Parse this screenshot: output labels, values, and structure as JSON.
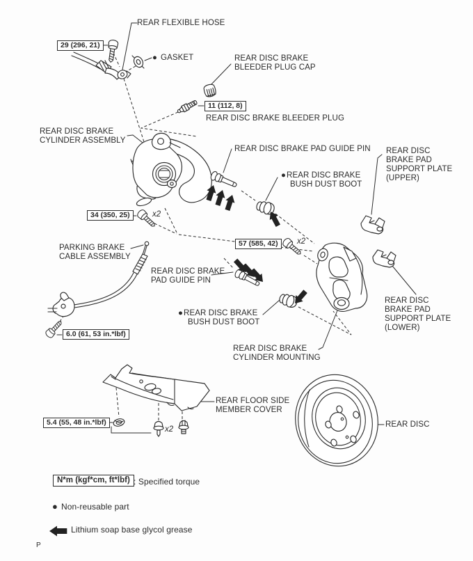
{
  "labels": {
    "flexible_hose": "REAR FLEXIBLE HOSE",
    "gasket_bullet": "●",
    "gasket": "GASKET",
    "bleeder_cap_1": "REAR DISC BRAKE",
    "bleeder_cap_2": "BLEEDER PLUG CAP",
    "bleeder_plug": "REAR DISC BRAKE BLEEDER PLUG",
    "cylinder_assembly_1": "REAR DISC BRAKE",
    "cylinder_assembly_2": "CYLINDER ASSEMBLY",
    "pad_guide_pin_upper": "REAR DISC BRAKE PAD GUIDE PIN",
    "bush_boot_upper_bullet": "●",
    "bush_boot_upper_1": "REAR DISC BRAKE",
    "bush_boot_upper_2": "BUSH DUST BOOT",
    "support_plate_upper_1": "REAR DISC",
    "support_plate_upper_2": "BRAKE PAD",
    "support_plate_upper_3": "SUPPORT PLATE",
    "support_plate_upper_4": "(UPPER)",
    "parking_cable_1": "PARKING BRAKE",
    "parking_cable_2": "CABLE ASSEMBLY",
    "pad_guide_pin_lower_1": "REAR DISC BRAKE",
    "pad_guide_pin_lower_2": "PAD GUIDE PIN",
    "bush_boot_lower_bullet": "●",
    "bush_boot_lower_1": "REAR DISC BRAKE",
    "bush_boot_lower_2": "BUSH DUST BOOT",
    "support_plate_lower_1": "REAR DISC",
    "support_plate_lower_2": "BRAKE PAD",
    "support_plate_lower_3": "SUPPORT PLATE",
    "support_plate_lower_4": "(LOWER)",
    "cylinder_mounting_1": "REAR DISC BRAKE",
    "cylinder_mounting_2": "CYLINDER MOUNTING",
    "floor_cover_1": "REAR FLOOR SIDE",
    "floor_cover_2": "MEMBER COVER",
    "rear_disc": "REAR DISC"
  },
  "torques": {
    "banjo_bolt": "29 (296, 21)",
    "bleeder_plug": "11 (112, 8)",
    "cylinder_bolts": "34 (350, 25)",
    "cylinder_bolts_qty": "x2",
    "mounting_bolts": "57 (585, 42)",
    "mounting_bolts_qty": "x2",
    "cable_bolt": "6.0 (61, 53 in.*lbf)",
    "cover_screws": "5.4 (55, 48 in.*lbf)",
    "cover_screws_qty": "x2"
  },
  "legend": {
    "torque_box": "N*m (kgf*cm, ft*lbf)",
    "torque_label": ": Specified torque",
    "non_reusable_bullet": "●",
    "non_reusable": "Non-reusable part",
    "grease": "Lithium soap base glycol grease"
  },
  "footer": {
    "page_mark": "P"
  },
  "colors": {
    "ink": "#2c2c2c",
    "background": "#fdfdfd"
  }
}
